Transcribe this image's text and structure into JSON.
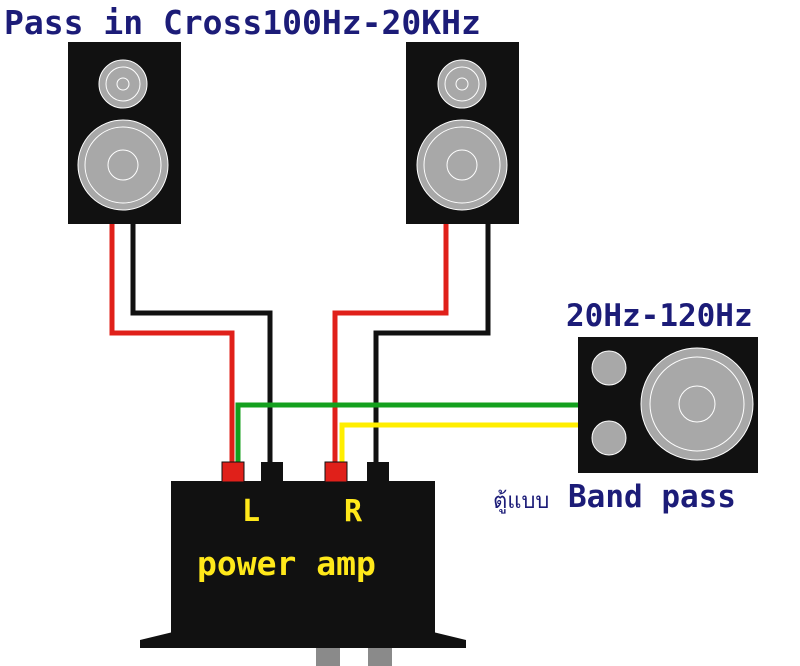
{
  "header": {
    "title": "Pass in Cross100Hz-20KHz"
  },
  "subwoofer": {
    "range": "20Hz-120Hz",
    "caption_thai": "ตู้แบบ",
    "caption_en": "Band pass"
  },
  "amp": {
    "left_label": "L",
    "right_label": "R",
    "name": "power amp"
  },
  "colors": {
    "wire_red": "#e0201a",
    "wire_black": "#111111",
    "wire_green": "#14a01e",
    "wire_yellow": "#ffee00",
    "cabinet": "#111111",
    "driver": "#a8a8a8",
    "text_blue": "#1c1c78",
    "text_yellow": "#ffe81a"
  },
  "icons": [
    "speaker-left-icon",
    "speaker-right-icon",
    "subwoofer-icon",
    "amplifier-icon"
  ]
}
